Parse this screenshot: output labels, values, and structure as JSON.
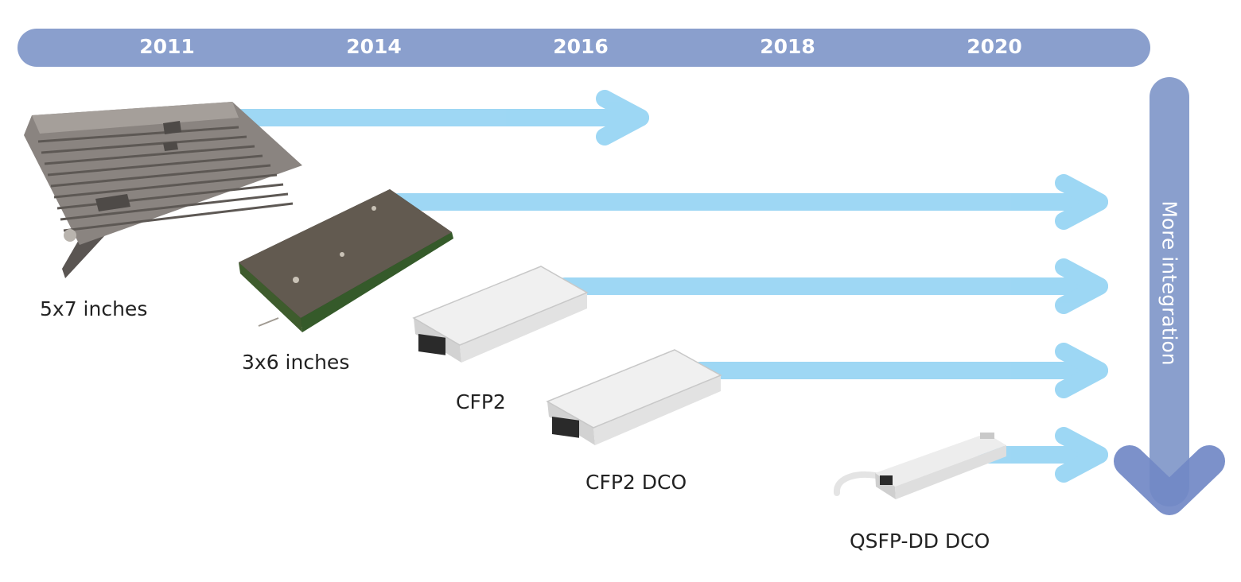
{
  "timeline": {
    "years": [
      "2011",
      "2014",
      "2016",
      "2018",
      "2020"
    ]
  },
  "vertical_label": "More integration",
  "modules": [
    {
      "id": "5x7",
      "label": "5x7 inches"
    },
    {
      "id": "3x6",
      "label": "3x6 inches"
    },
    {
      "id": "cfp2",
      "label": "CFP2"
    },
    {
      "id": "cfp2dco",
      "label": "CFP2 DCO"
    },
    {
      "id": "qsfpdd",
      "label": "QSFP-DD DCO"
    }
  ],
  "colors": {
    "timeline_bar": "#8a9fcd",
    "arrow": "#93d3f3",
    "vertical_arrow": "#8a9fcd",
    "vertical_arrowhead": "#7188c6"
  }
}
